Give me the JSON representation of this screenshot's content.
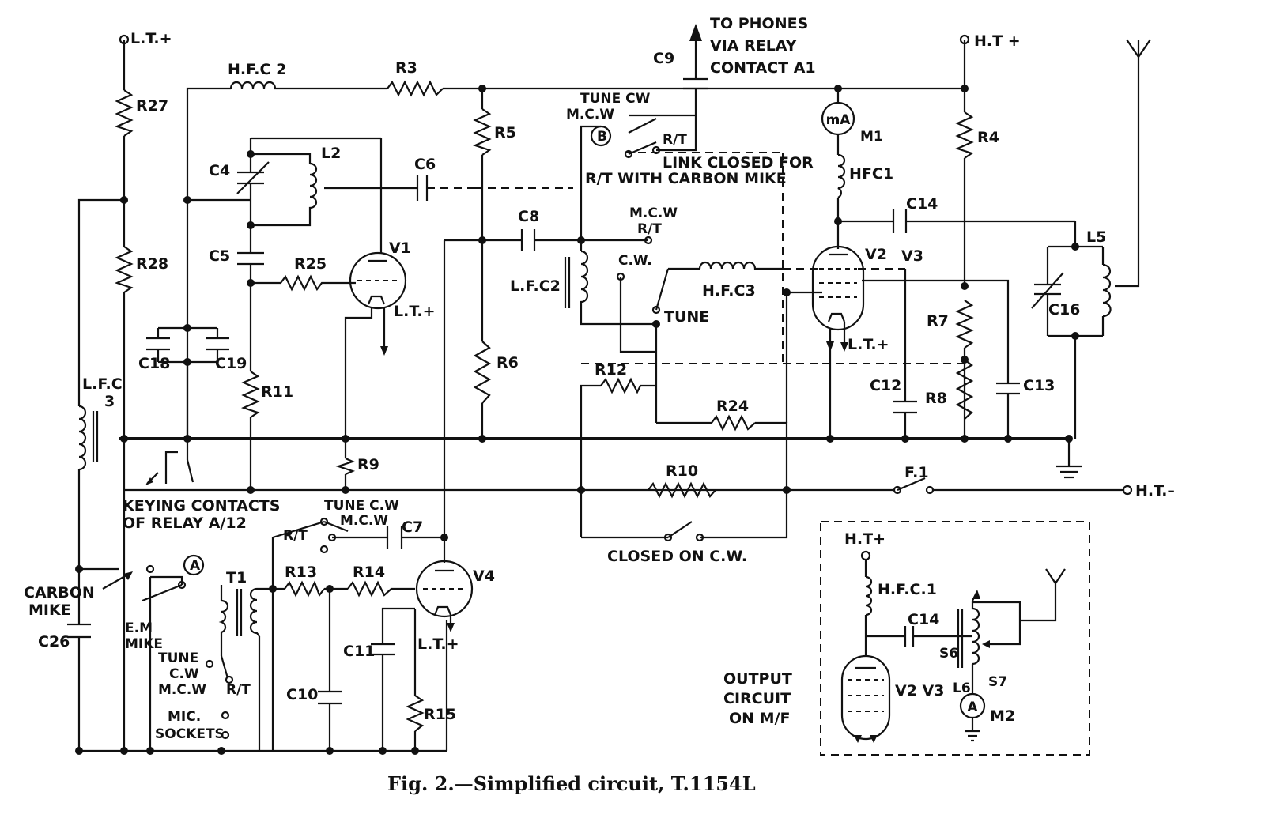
{
  "caption": "Fig. 2.—Simplified circuit, T.1154L",
  "nodes": {
    "lt_plus_top": "L.T.+",
    "ht_plus_top": "H.T +",
    "ht_minus": "H.T.–",
    "v1_lt": "L.T.+",
    "v2_lt": "L.T.+",
    "v4_lt": "L.T.+"
  },
  "notes": {
    "phones_1": "TO PHONES",
    "phones_2": "VIA RELAY",
    "phones_3": "CONTACT A1",
    "link_1": "LINK CLOSED FOR",
    "link_2": "R/T WITH CARBON MIKE",
    "keying_1": "KEYING CONTACTS",
    "keying_2": "OF RELAY A/12",
    "closed_cw": "CLOSED ON C.W.",
    "carbon_1": "CARBON",
    "carbon_2": "MIKE",
    "em_1": "E.M",
    "em_2": "MIKE",
    "mic_1": "MIC.",
    "mic_2": "SOCKETS"
  },
  "switches": {
    "sw_b": {
      "l1": "TUNE CW",
      "l2": "M.C.W",
      "rt": "R/T",
      "badge": "B"
    },
    "sw_c8": {
      "l1": "M.C.W",
      "l2": "R/T",
      "cw": "C.W.",
      "tune": "TUNE"
    },
    "sw_c7": {
      "l1": "TUNE C.W",
      "l2": "M.C.W",
      "rt": "R/T"
    },
    "sw_a": {
      "badge": "A"
    },
    "sw_mic": {
      "tune": "TUNE",
      "cw": "C.W",
      "mcw": "M.C.W",
      "rt": "R/T"
    }
  },
  "meter_m1": {
    "symbol": "mA",
    "label": "M1"
  },
  "components": {
    "r27": "R27",
    "r28": "R28",
    "hfc2": "H.F.C 2",
    "r3": "R3",
    "c9": "C9",
    "c4": "C4",
    "l2": "L2",
    "c6": "C6",
    "c5": "C5",
    "r25": "R25",
    "v1": "V1",
    "r5": "R5",
    "c8": "C8",
    "lfc2": "L.F.C2",
    "hfc3": "H.F.C3",
    "r6": "R6",
    "r12": "R12",
    "r24": "R24",
    "r10": "R10",
    "c18": "C18",
    "c19": "C19",
    "r11": "R11",
    "r9": "R9",
    "lfc3_a": "L.F.C",
    "lfc3_b": "3",
    "hfc1": "HFC1",
    "c14": "C14",
    "v2": "V2",
    "v3": "V3",
    "r4": "R4",
    "r7": "R7",
    "r8": "R8",
    "c12": "C12",
    "c13": "C13",
    "l5": "L5",
    "c16": "C16",
    "f1": "F.1",
    "c7": "C7",
    "r13": "R13",
    "r14": "R14",
    "v4": "V4",
    "t1": "T1",
    "c11": "C11",
    "c10": "C10",
    "r15": "R15",
    "c26": "C26"
  },
  "inset": {
    "title_1": "OUTPUT",
    "title_2": "CIRCUIT",
    "title_3": "ON M/F",
    "ht_plus": "H.T+",
    "hfc1": "H.F.C.1",
    "c14": "C14",
    "v": "V2 V3",
    "s6": "S6",
    "s7": "S7",
    "l6": "L6",
    "m2_symbol": "A",
    "m2": "M2"
  }
}
